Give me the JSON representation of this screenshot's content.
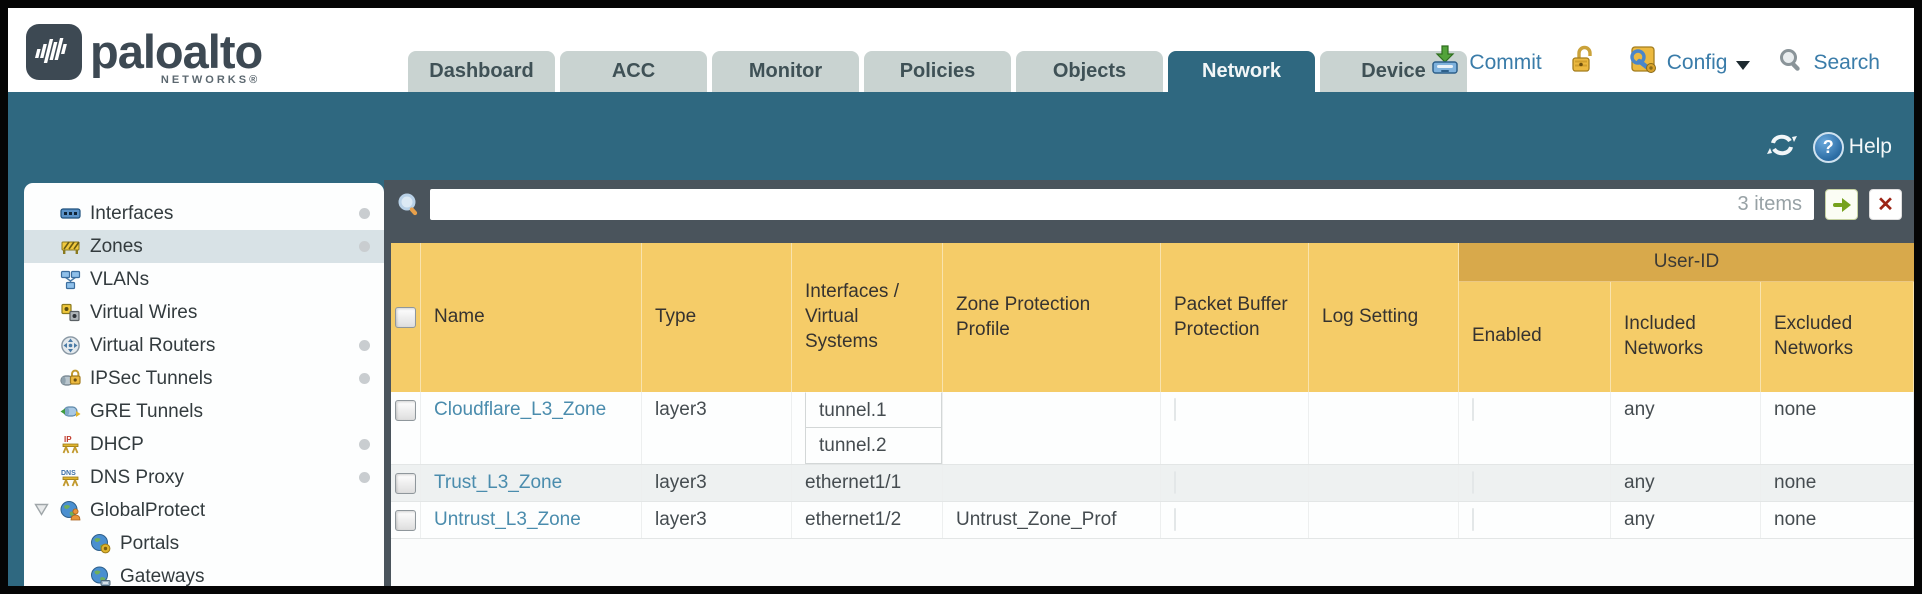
{
  "brand": {
    "logo_text": "paloalto",
    "logo_sub": "NETWORKS®"
  },
  "nav": {
    "tabs": [
      {
        "label": "Dashboard",
        "active": false
      },
      {
        "label": "ACC",
        "active": false
      },
      {
        "label": "Monitor",
        "active": false
      },
      {
        "label": "Policies",
        "active": false
      },
      {
        "label": "Objects",
        "active": false
      },
      {
        "label": "Network",
        "active": true
      },
      {
        "label": "Device",
        "active": false
      }
    ],
    "actions": {
      "commit": "Commit",
      "config": "Config",
      "search": "Search"
    }
  },
  "header_band": {
    "help_label": "Help"
  },
  "sidebar": {
    "items": [
      {
        "label": "Interfaces",
        "dot": true,
        "selected": false
      },
      {
        "label": "Zones",
        "dot": true,
        "selected": true
      },
      {
        "label": "VLANs",
        "dot": false,
        "selected": false
      },
      {
        "label": "Virtual Wires",
        "dot": false,
        "selected": false
      },
      {
        "label": "Virtual Routers",
        "dot": true,
        "selected": false
      },
      {
        "label": "IPSec Tunnels",
        "dot": true,
        "selected": false
      },
      {
        "label": "GRE Tunnels",
        "dot": false,
        "selected": false
      },
      {
        "label": "DHCP",
        "dot": true,
        "selected": false
      },
      {
        "label": "DNS Proxy",
        "dot": true,
        "selected": false
      },
      {
        "label": "GlobalProtect",
        "dot": false,
        "selected": false,
        "expanded": true
      },
      {
        "label": "Portals",
        "dot": false,
        "selected": false,
        "sub": true
      },
      {
        "label": "Gateways",
        "dot": false,
        "selected": false,
        "sub": true
      }
    ]
  },
  "toolbar": {
    "search_value": "",
    "items_count": "3 items"
  },
  "table": {
    "group_header": "User-ID",
    "columns": {
      "name": "Name",
      "type": "Type",
      "interfaces": "Interfaces /\nVirtual\nSystems",
      "zone_protection_profile": "Zone Protection\nProfile",
      "packet_buffer_protection": "Packet Buffer\nProtection",
      "log_setting": "Log Setting",
      "enabled": "Enabled",
      "included_networks": "Included\nNetworks",
      "excluded_networks": "Excluded\nNetworks"
    },
    "rows": [
      {
        "name": "Cloudflare_L3_Zone",
        "type": "layer3",
        "interfaces": [
          "tunnel.1",
          "tunnel.2"
        ],
        "zone_protection_profile": "",
        "log_setting": "",
        "included_networks": "any",
        "excluded_networks": "none"
      },
      {
        "name": "Trust_L3_Zone",
        "type": "layer3",
        "interfaces": [
          "ethernet1/1"
        ],
        "zone_protection_profile": "",
        "log_setting": "",
        "included_networks": "any",
        "excluded_networks": "none"
      },
      {
        "name": "Untrust_L3_Zone",
        "type": "layer3",
        "interfaces": [
          "ethernet1/2"
        ],
        "zone_protection_profile": "Untrust_Zone_Prof",
        "log_setting": "",
        "included_networks": "any",
        "excluded_networks": "none"
      }
    ]
  },
  "colors": {
    "teal_band": "#2f6880",
    "dark_frame": "#4a545c",
    "header_orange": "#f5cc68",
    "userid_band_orange": "#d8a94b",
    "link_blue": "#3a7ca9",
    "zone_link_blue": "#4a8cad",
    "tab_inactive": "#c9d3d1",
    "sidebar_selected": "#d8e2e6",
    "row_alt": "#eef1f1"
  }
}
